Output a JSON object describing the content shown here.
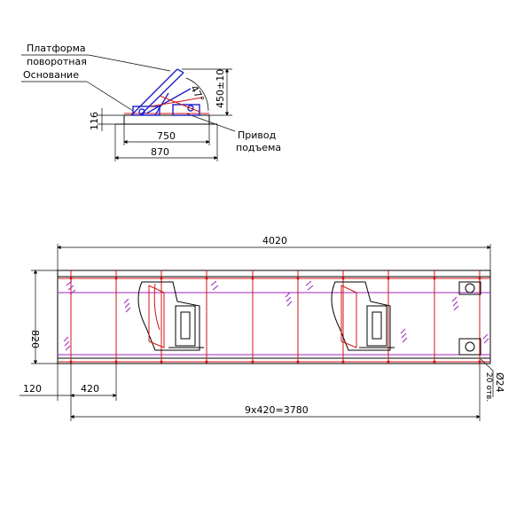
{
  "side_view": {
    "labels": {
      "platform_line1": "Платформа",
      "platform_line2": "поворотная",
      "base": "Основание",
      "drive_line1": "Привод",
      "drive_line2": "подъема"
    },
    "dims": {
      "height_base": "116",
      "width_inner": "750",
      "width_outer": "870",
      "lift_height": "450±10",
      "angle": "47°"
    }
  },
  "plan_view": {
    "dims": {
      "total_length": "4020",
      "width": "820",
      "offset": "120",
      "pitch": "420",
      "pitch_total": "9x420=3780",
      "hole": "Ø24",
      "hole_count": "20 отв."
    }
  },
  "colors": {
    "outline": "#000000",
    "frame": "#d21414",
    "mechanism": "#2020c8",
    "hatch": "#a020c0"
  }
}
